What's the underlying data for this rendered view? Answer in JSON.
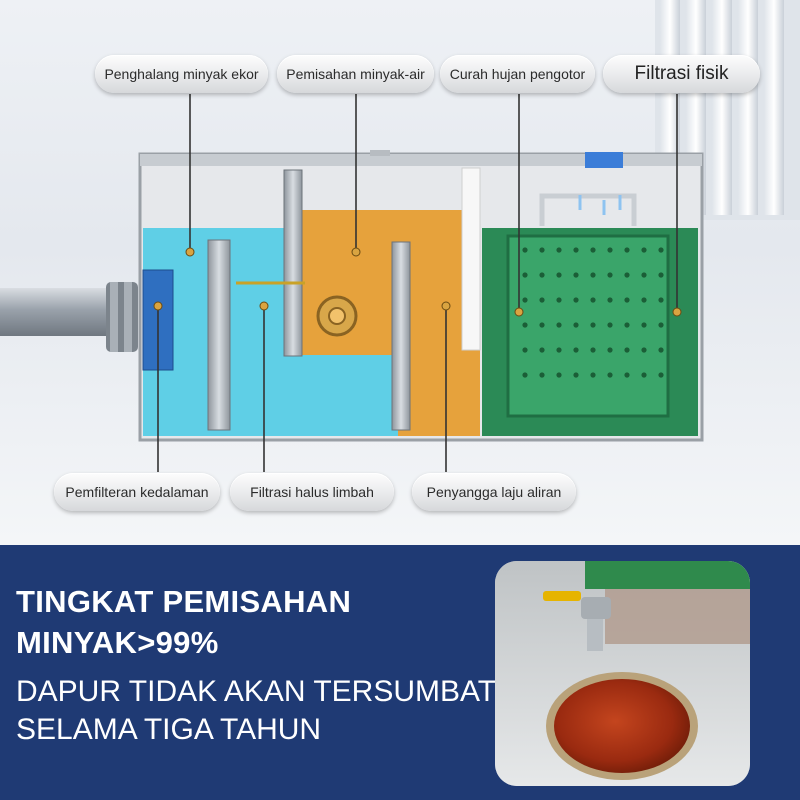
{
  "labels": {
    "penghalang": "Penghalang minyak ekor",
    "pemisahan": "Pemisahan minyak-air",
    "curah_hujan": "Curah hujan pengotor",
    "filtrasi_fisik": "Filtrasi fisik",
    "pemfilteran": "Pemfilteran kedalaman",
    "filtrasi_halus": "Filtrasi halus limbah",
    "penyangga": "Penyangga laju aliran"
  },
  "banner": {
    "headline_line1": "TINGKAT PEMISAHAN",
    "headline_line2": "MINYAK>99%",
    "sub_line1": "DAPUR TIDAK AKAN TERSUMBAT",
    "sub_line2": "SELAMA TIGA TAHUN"
  },
  "colors": {
    "water": "#5fcfe6",
    "oil": "#e6a23c",
    "filter_basket": "#2d9a5e",
    "banner_bg": "#1f3a74"
  }
}
